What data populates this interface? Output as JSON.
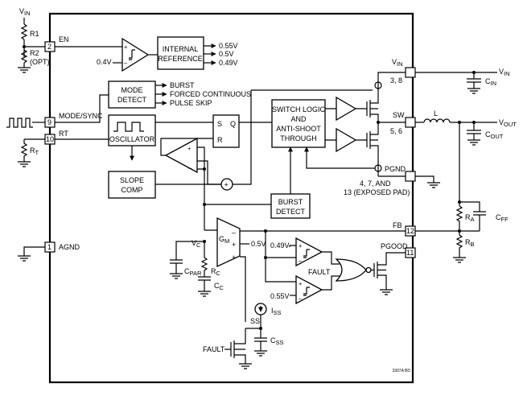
{
  "labels": {
    "vin_top": "V",
    "vin_top_sub": "IN",
    "r1": "R1",
    "r2": "R2",
    "r2_opt": "(OPT)",
    "rt": "R",
    "rt_sub": "T",
    "pin2": "2",
    "pin_en": "EN",
    "pin9": "9",
    "pin_mode": "MODE/SYNC",
    "pin10": "10",
    "pin_rt": "RT",
    "pin1": "1",
    "pin_agnd": "AGND",
    "vref_in": "0.4V",
    "internal_ref_1": "INTERNAL",
    "internal_ref_2": "REFERENCE",
    "ref_055": "0.55V",
    "ref_05": "0.5V",
    "ref_049": "0.49V",
    "mode_detect_1": "MODE",
    "mode_detect_2": "DETECT",
    "burst": "BURST",
    "forced_cont": "FORCED CONTINUOUS",
    "pulse_skip": "PULSE SKIP",
    "oscillator": "OSCILLATOR",
    "latch_s": "S",
    "latch_q": "Q",
    "latch_r": "R",
    "switch_logic_1": "SWITCH LOGIC",
    "switch_logic_2": "AND",
    "switch_logic_3": "ANTI-SHOOT",
    "switch_logic_4": "THROUGH",
    "slope_comp_1": "SLOPE",
    "slope_comp_2": "COMP",
    "burst_detect_1": "BURST",
    "burst_detect_2": "DETECT",
    "vin_pin": "V",
    "vin_pin_sub": "IN",
    "vin_pin_num": "3, 8",
    "vin_out": "V",
    "vin_out_sub": "IN",
    "cin": "C",
    "cin_sub": "IN",
    "sw": "SW",
    "sw_num": "5, 6",
    "inductor": "L",
    "vout": "V",
    "vout_sub": "OUT",
    "cout": "C",
    "cout_sub": "OUT",
    "pgnd": "PGND",
    "pgnd_num_1": "4, 7, AND",
    "pgnd_num_2": "13 (EXPOSED PAD)",
    "ra": "R",
    "ra_sub": "A",
    "cff": "C",
    "cff_sub": "FF",
    "rb": "R",
    "rb_sub": "B",
    "fb": "FB",
    "pin12": "12",
    "pgood": "PGOOD",
    "pin11": "11",
    "vc": "V",
    "vc_sub": "C",
    "gm": "G",
    "gm_sub": "M",
    "gm_minus": "–",
    "gm_plus": "+",
    "gm_ref": "0.5V",
    "cpar": "C",
    "cpar_sub": "PAR",
    "rc": "R",
    "rc_sub": "C",
    "cc": "C",
    "cc_sub": "C",
    "cmp_049": "0.49V",
    "cmp_055": "0.55V",
    "fault": "FAULT",
    "iss": "I",
    "iss_sub": "SS",
    "ss": "SS",
    "css": "C",
    "css_sub": "SS",
    "fault_gate": "FAULT",
    "plus": "+",
    "minus": "–",
    "drawing_id": "3307A BD"
  }
}
